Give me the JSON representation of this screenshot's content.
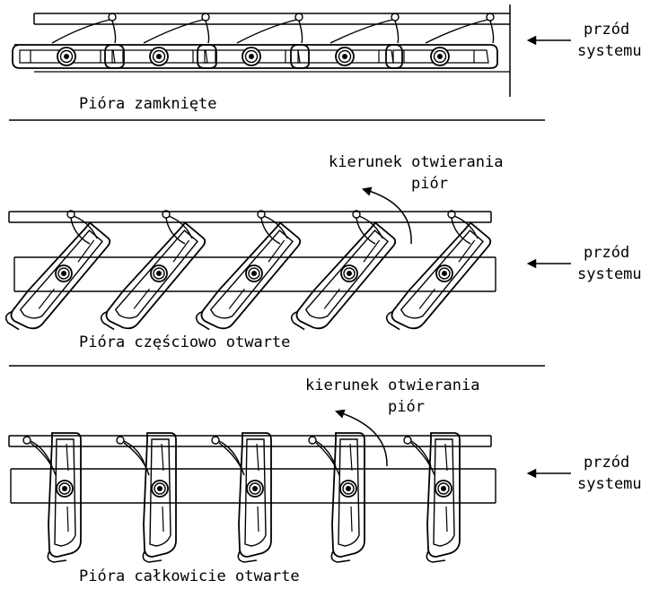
{
  "panels": [
    {
      "state": "closed",
      "caption": "Pióra zamknięte",
      "front_label": [
        "przód",
        "systemu"
      ],
      "blade_count": 5
    },
    {
      "state": "partially-open",
      "caption": "Pióra częściowo otwarte",
      "direction_label": [
        "kierunek otwierania",
        "piór"
      ],
      "front_label": [
        "przód",
        "systemu"
      ],
      "blade_count": 5
    },
    {
      "state": "fully-open",
      "caption": "Pióra całkowicie otwarte",
      "direction_label": [
        "kierunek otwierania",
        "piór"
      ],
      "front_label": [
        "przód",
        "systemu"
      ],
      "blade_count": 5
    }
  ]
}
